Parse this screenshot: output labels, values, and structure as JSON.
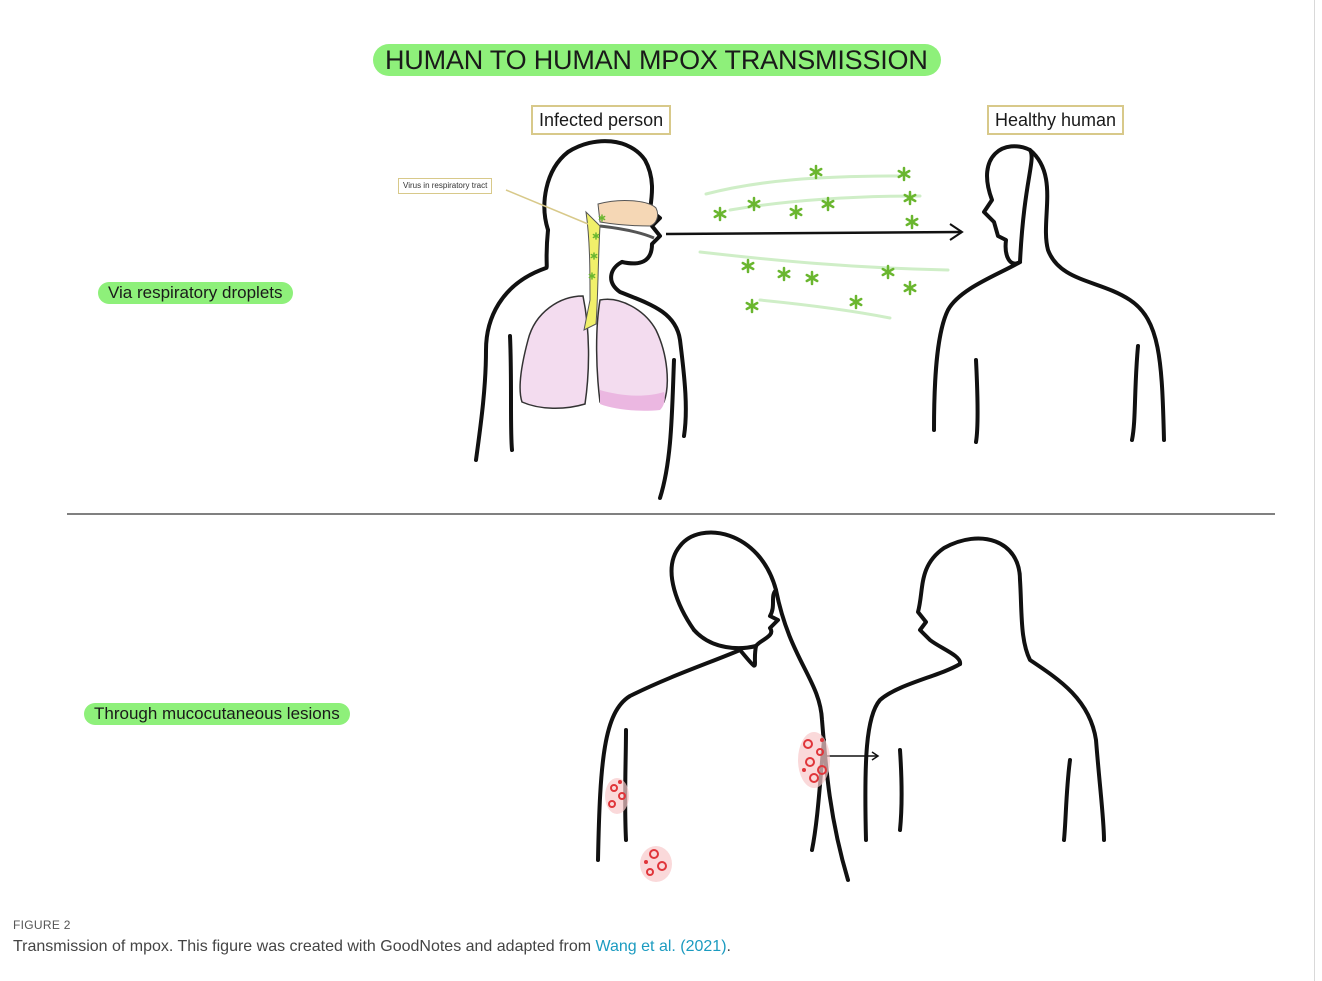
{
  "diagram": {
    "title": "HUMAN TO HUMAN MPOX TRANSMISSION",
    "infected_label": "Infected person",
    "healthy_label": "Healthy human",
    "virus_label": "Virus in respiratory tract",
    "route_respiratory": "Via respiratory droplets",
    "route_lesions": "Through mucocutaneous lesions",
    "colors": {
      "highlight": "#8ef07a",
      "label_border": "#d8c98a",
      "virus": "#6ab62f",
      "lung": "#f3dcef",
      "nasal": "#f5d7b5",
      "trachea": "#f1f06a",
      "lesion": "#e0353a"
    }
  },
  "caption": {
    "figure_number": "FIGURE 2",
    "text": "Transmission of mpox. This figure was created with GoodNotes and adapted from ",
    "link": "Wang et al. (2021)",
    "end": "."
  }
}
